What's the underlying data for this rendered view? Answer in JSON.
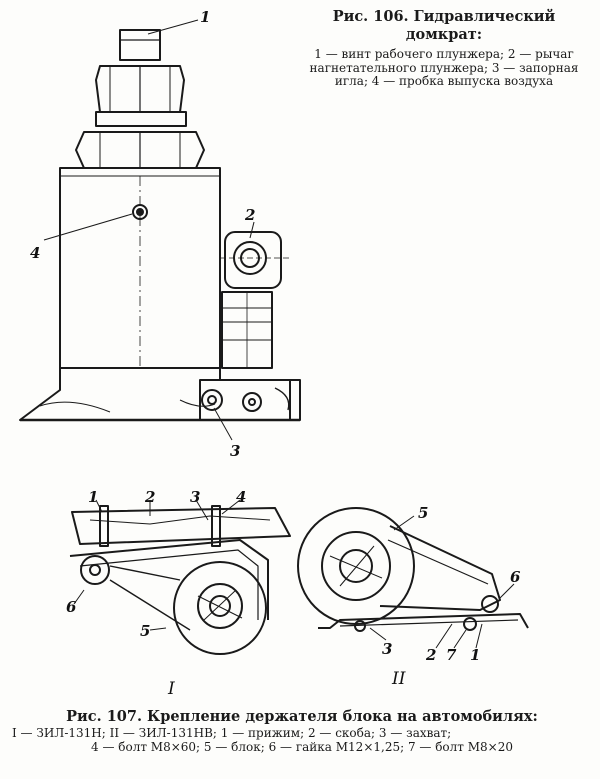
{
  "figure106": {
    "caption_title": "Рис. 106. Гидравлический домкрат:",
    "legend": "1 — винт рабочего плунжера; 2 — рычаг нагнетательного плунжера; 3 — запорная игла; 4 — пробка выпуска воздуха",
    "callouts": [
      "1",
      "2",
      "3",
      "4"
    ]
  },
  "figure107": {
    "caption_title": "Рис. 107. Крепление держателя блока на автомобилях:",
    "legend_line1": "I — ЗИЛ-131Н; II — ЗИЛ-131НВ; 1 — прижим; 2 — скоба; 3 — захват;",
    "legend_line2": "4 — болт М8×60; 5 — блок; 6 — гайка М12×1,25; 7 — болт М8×20",
    "callouts_I": [
      "1",
      "2",
      "3",
      "4",
      "5",
      "6"
    ],
    "callouts_II": [
      "5",
      "6",
      "3",
      "2",
      "7",
      "1"
    ],
    "view_labels": [
      "I",
      "II"
    ]
  }
}
